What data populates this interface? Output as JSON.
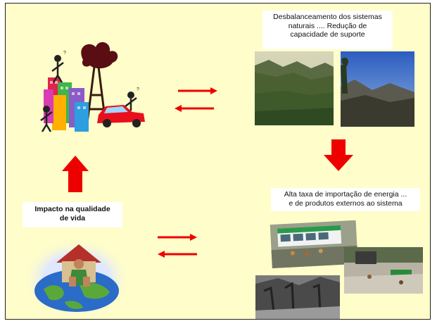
{
  "slide": {
    "top_right_caption": [
      "Desbalanceamento dos sistemas",
      "naturais .... Redução de",
      "capacidade de suporte"
    ],
    "middle_right_caption": [
      "Alta taxa de importação de energia ...",
      "e de produtos externos ao sistema"
    ],
    "left_caption": [
      "Impacto na qualidade",
      "de vida"
    ]
  },
  "colors": {
    "background": "#fffdc9",
    "arrow": "#ee0000"
  },
  "icons": [
    "city-oil-car-clipart",
    "mountain-landscape-photo",
    "hills-landscape-photo",
    "flood-photo-collage",
    "globe-house-clipart"
  ]
}
